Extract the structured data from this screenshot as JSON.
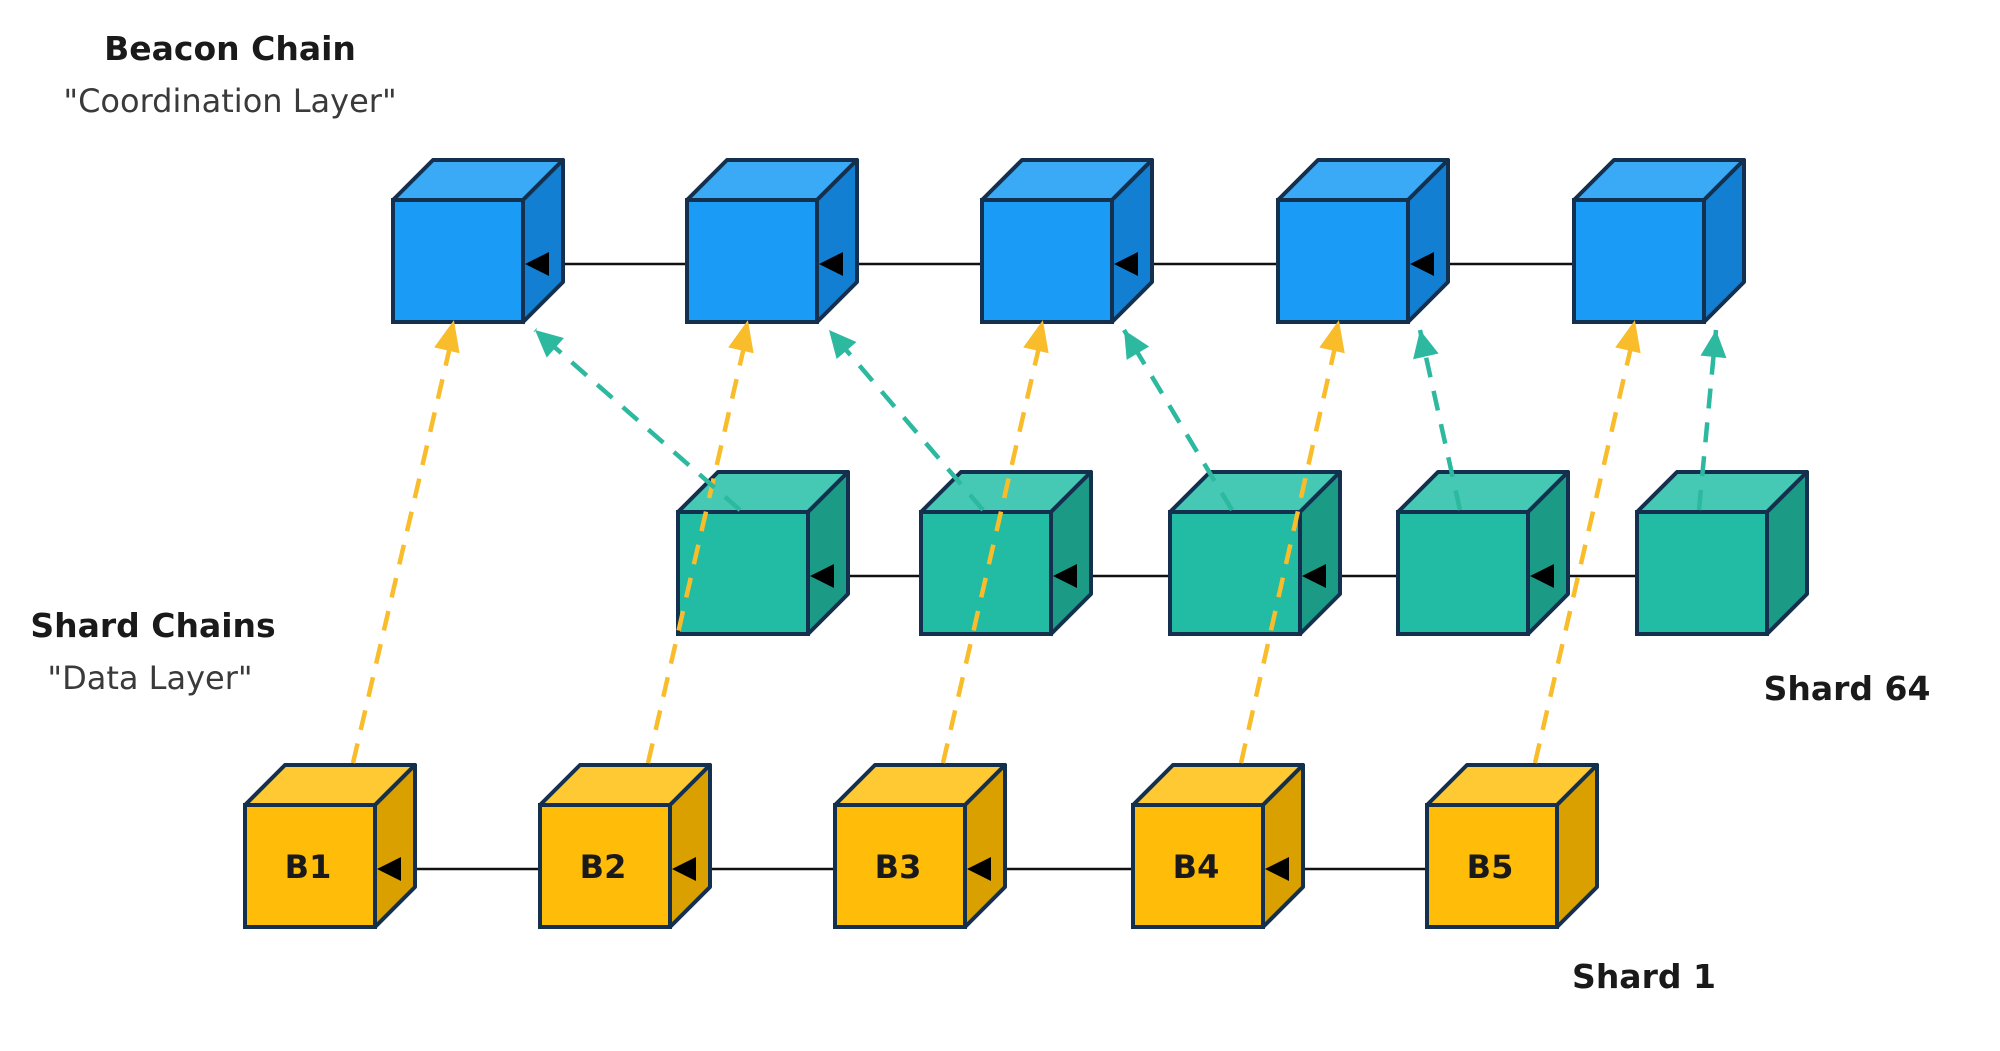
{
  "title_labels": {
    "beacon": {
      "title": "Beacon Chain",
      "subtitle": "\"Coordination Layer\""
    },
    "shards": {
      "title": "Shard Chains",
      "subtitle": "\"Data Layer\""
    },
    "shard64": "Shard 64",
    "shard1": "Shard 1"
  },
  "colors": {
    "beacon_front": "#1a9bf6",
    "beacon_top": "#3aaaf7",
    "beacon_side": "#137fd2",
    "shard64_front": "#22bba3",
    "shard64_top": "#45c9b4",
    "shard64_side": "#1b9a86",
    "shard1_front": "#ffbd0a",
    "shard1_top": "#ffc933",
    "shard1_side": "#d9a000",
    "outline": "#14304f",
    "chain_line": "#111111",
    "yellow_link": "#f9bc2b",
    "teal_link": "#2db8a0"
  },
  "rows": {
    "beacon": {
      "name": "Beacon Chain",
      "blocks": [
        "",
        "",
        "",
        "",
        ""
      ]
    },
    "shard64": {
      "name": "Shard 64",
      "blocks": [
        "",
        "",
        "",
        "",
        ""
      ]
    },
    "shard1": {
      "name": "Shard 1",
      "blocks": [
        "B1",
        "B2",
        "B3",
        "B4",
        "B5"
      ]
    }
  },
  "links": {
    "shard1_to_beacon": [
      [
        0,
        0
      ],
      [
        1,
        1
      ],
      [
        2,
        2
      ],
      [
        3,
        3
      ],
      [
        4,
        4
      ]
    ],
    "shard64_to_beacon": [
      [
        0,
        0
      ],
      [
        1,
        1
      ],
      [
        2,
        2
      ],
      [
        3,
        3
      ],
      [
        4,
        4
      ]
    ]
  }
}
